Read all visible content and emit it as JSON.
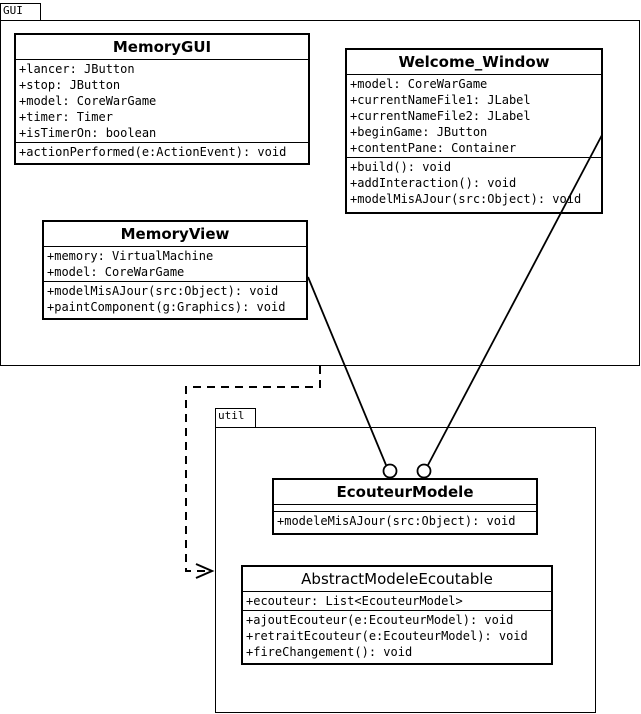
{
  "packages": {
    "gui": {
      "name": "GUI"
    },
    "util": {
      "name": "util"
    }
  },
  "classes": {
    "memory_gui": {
      "name": "MemoryGUI",
      "attributes": [
        "+lancer: JButton",
        "+stop: JButton",
        "+model: CoreWarGame",
        "+timer: Timer",
        "+isTimerOn: boolean"
      ],
      "methods": [
        "+actionPerformed(e:ActionEvent): void"
      ]
    },
    "welcome_window": {
      "name": "Welcome_Window",
      "attributes": [
        "+model: CoreWarGame",
        "+currentNameFile1: JLabel",
        "+currentNameFile2: JLabel",
        "+beginGame: JButton",
        "+contentPane: Container"
      ],
      "methods": [
        "+build(): void",
        "+addInteraction(): void",
        "+modelMisAJour(src:Object): void"
      ]
    },
    "memory_view": {
      "name": "MemoryView",
      "attributes": [
        "+memory: VirtualMachine",
        "+model: CoreWarGame"
      ],
      "methods": [
        "+modelMisAJour(src:Object): void",
        "+paintComponent(g:Graphics): void"
      ]
    },
    "ecouteur_modele": {
      "name": "EcouteurModele",
      "attributes": [],
      "methods": [
        "+modeleMisAJour(src:Object): void"
      ]
    },
    "abstract_modele_ecoutable": {
      "name": "AbstractModeleEcoutable",
      "attributes": [
        "+ecouteur: List<EcouteurModel>"
      ],
      "methods": [
        "+ajoutEcouteur(e:EcouteurModel): void",
        "+retraitEcouteur(e:EcouteurModel): void",
        "+fireChangement(): void"
      ]
    }
  }
}
